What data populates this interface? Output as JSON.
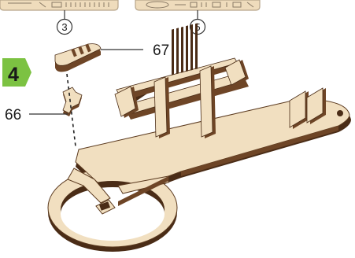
{
  "step": {
    "number": "4",
    "badge_color": "#7cc242"
  },
  "top_parts": [
    {
      "label": "3"
    },
    {
      "label": "5"
    }
  ],
  "callouts": [
    {
      "label": "67"
    },
    {
      "label": "66"
    }
  ],
  "colors": {
    "wood_face": "#f1dfc0",
    "wood_edge": "#6e4526",
    "wood_dark": "#4a2c16",
    "plate_top": "#efdcbc",
    "plate_border": "#b7a58a",
    "line": "#333333"
  }
}
